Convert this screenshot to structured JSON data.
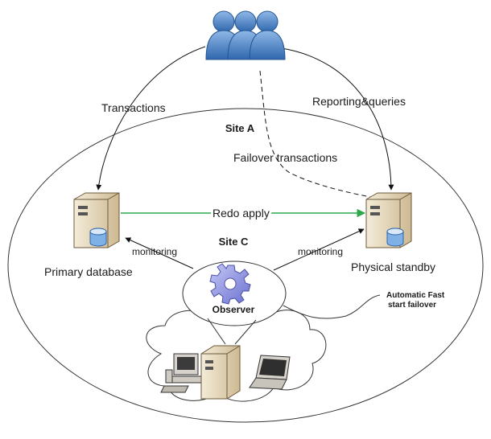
{
  "labels": {
    "site_a": "Site A",
    "site_c": "Site C",
    "transactions": "Transactions",
    "reporting": "Reporting&queries",
    "failover": "Failover transactions",
    "redo": "Redo apply",
    "monitoring_left": "monitoring",
    "monitoring_right": "monitoring",
    "primary": "Primary database",
    "standby": "Physical standby",
    "observer": "Observer",
    "auto_line1": "Automatic Fast",
    "auto_line2": "start failover"
  },
  "icons": {
    "users": "users-group-icon",
    "primary_server": "server-database-icon",
    "standby_server": "server-database-icon",
    "observer": "gear-icon",
    "workstation": "desktop-computer-icon",
    "tower": "server-tower-icon",
    "laptop": "laptop-icon"
  },
  "colors": {
    "redo_arrow": "#2aa84a",
    "users": "#4d84c8",
    "gear": "#8a8fe0",
    "server": "#e9dcc3"
  }
}
